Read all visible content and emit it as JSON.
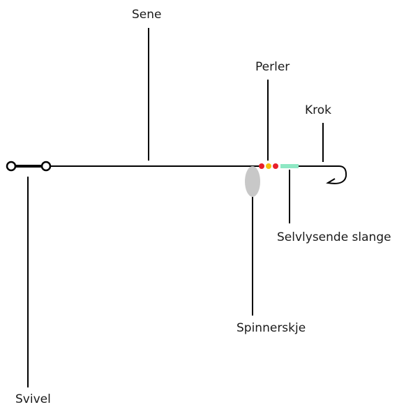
{
  "labels": {
    "sene": "Sene",
    "perler": "Perler",
    "krok": "Krok",
    "selvlysende_slange": "Selvlysende slange",
    "spinnerskje": "Spinnerskje",
    "svivel": "Svivel"
  },
  "colors": {
    "line": "#000000",
    "bead_red": "#e8202a",
    "bead_yellow": "#f4c20d",
    "glow_tube": "#8ee8c4",
    "spinner_spoon": "#c8c8c8"
  }
}
